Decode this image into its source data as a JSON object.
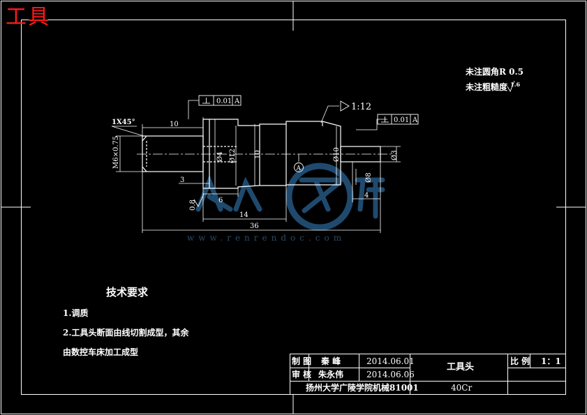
{
  "corner_title": "工具",
  "notes": {
    "fillet": "未注圆角R 0.5",
    "roughness": "未注粗糙度",
    "roughness_value": "1.6"
  },
  "tolerances": {
    "left_perpendicularity": "0.01",
    "left_datum": "A",
    "right_perpendicularity": "0.01",
    "right_datum": "A",
    "taper": "1:12",
    "datum_circle": "A"
  },
  "dimensions": {
    "chamfer": "1X45°",
    "thread": "M6×0.75",
    "len_10": "10",
    "len_3": "3",
    "len_6": "6",
    "len_14": "14",
    "len_36": "36",
    "len_4": "4",
    "dia_4": "Ø4",
    "dia_12": "Ø12",
    "dim_10": "10",
    "dia_10": "Ø10",
    "dia_8": "Ø8",
    "dia_3": "Ø3",
    "rough_08": "0.8"
  },
  "tech_requirements": {
    "title": "技术要求",
    "item1": "1.调质",
    "item2": "2.工具头断面由线切割成型，其余",
    "item3": "由数控车床加工成型"
  },
  "title_block": {
    "draw_label": "制 图",
    "draw_name": "秦 峰",
    "draw_date": "2014.06.01",
    "check_label": "审 核",
    "check_name": "朱永伟",
    "check_date": "2014.06.06",
    "school": "扬州大学广陵学院机械81001",
    "part_name": "工具头",
    "material": "40Cr",
    "scale_label": "比 例",
    "scale_value": "1：1"
  },
  "watermark": {
    "url": "www.renrendoc.com"
  }
}
